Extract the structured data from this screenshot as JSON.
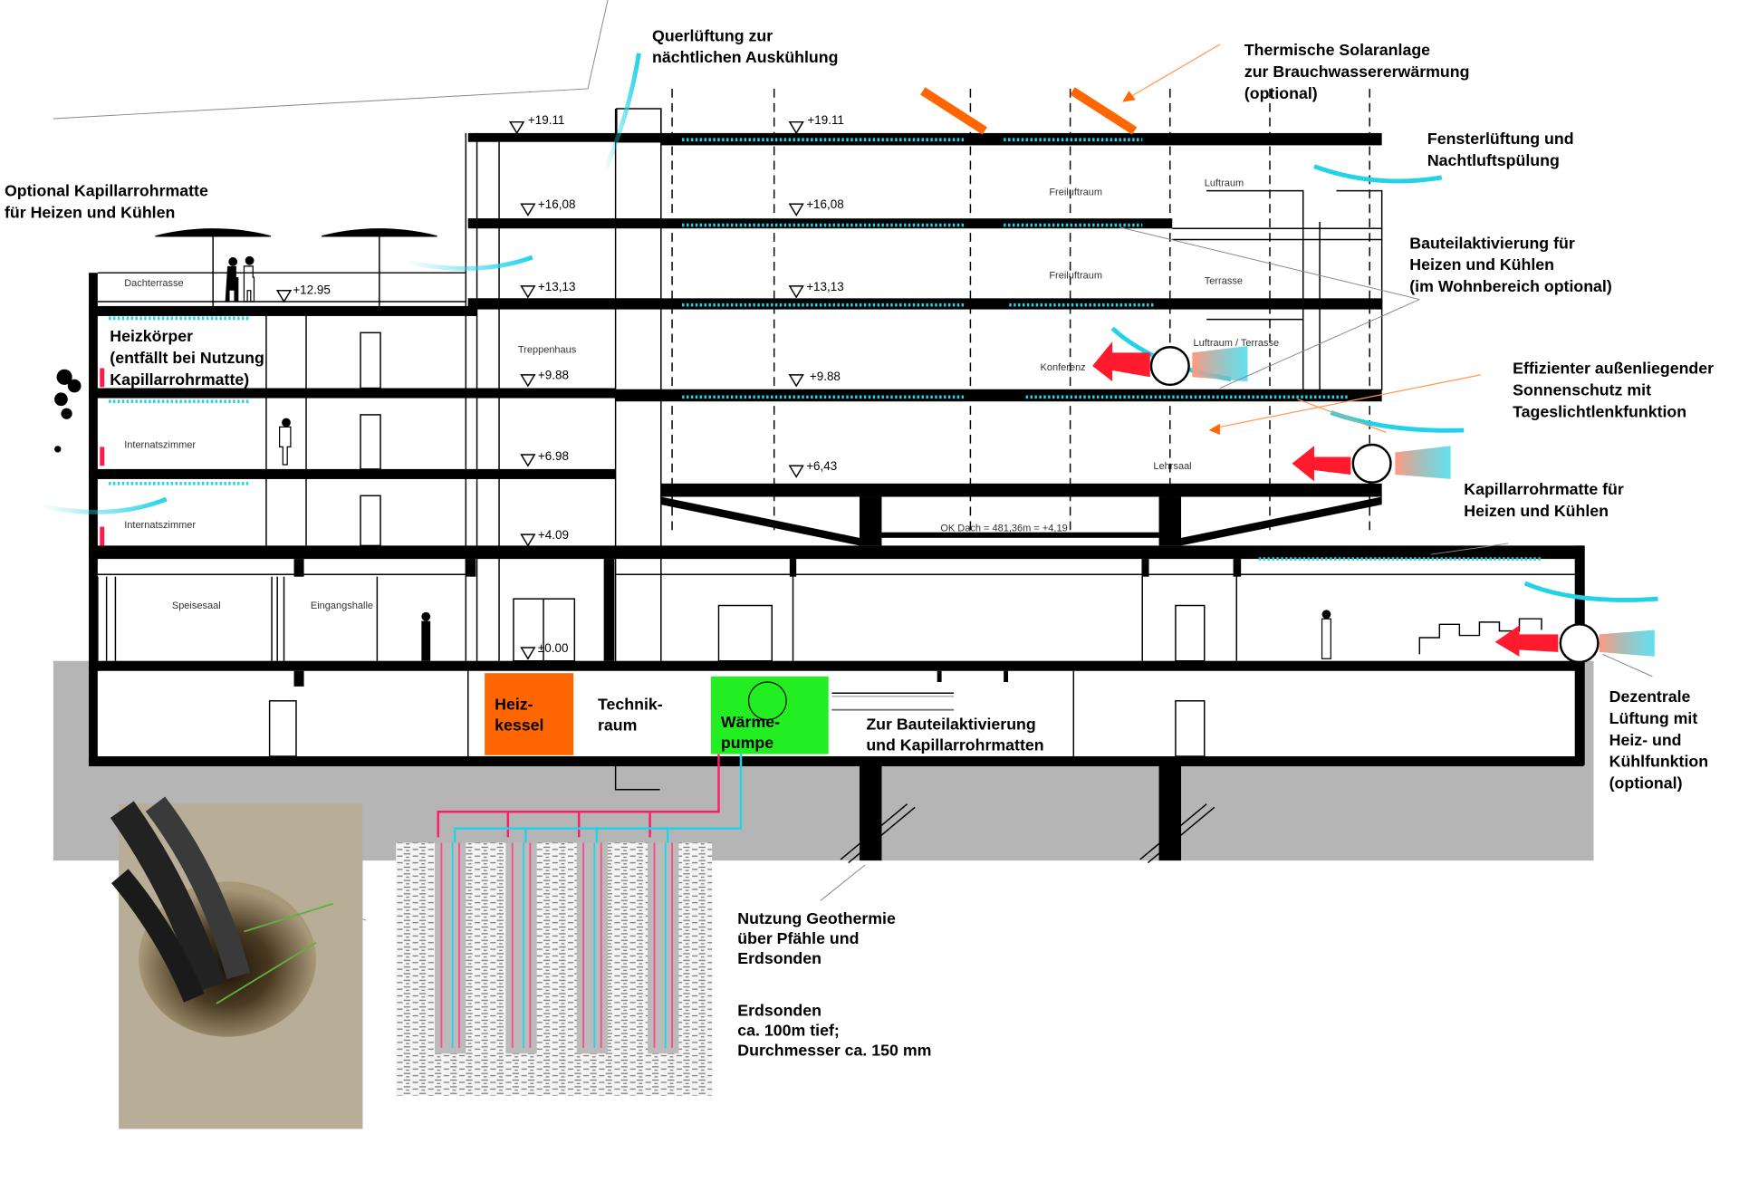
{
  "annotations": {
    "querlueftung": [
      "Querlüftung zur",
      "nächtlichen Auskühlung"
    ],
    "solar": [
      "Thermische Solaranlage",
      "zur Brauchwassererwärmung",
      "(optional)"
    ],
    "fensterlueftung": [
      "Fensterlüftung und",
      "Nachtluftspülung"
    ],
    "optional_kapillar": [
      "Optional Kapillarrohrmatte",
      "für Heizen und Kühlen"
    ],
    "bauteilaktivierung": [
      "Bauteilaktivierung für",
      "Heizen und Kühlen",
      "(im Wohnbereich optional)"
    ],
    "heizkoerper": [
      "Heizkörper",
      "(entfällt bei Nutzung",
      "Kapillarrohrmatte)"
    ],
    "sonnenschutz": [
      "Effizienter außenliegender",
      "Sonnenschutz mit",
      "Tageslichtlenkfunktion"
    ],
    "kapillar": [
      "Kapillarrohrmatte für",
      "Heizen und Kühlen"
    ],
    "heizkessel": [
      "Heiz-",
      "kessel"
    ],
    "technikraum": [
      "Technik-",
      "raum"
    ],
    "waermepumpe": [
      "Wärme-",
      "pumpe"
    ],
    "zur_bauteil": [
      "Zur Bauteilaktivierung",
      "und Kapillarrohrmatten"
    ],
    "dezentrale": [
      "Dezentrale",
      "Lüftung mit",
      "Heiz- und",
      "Kühlfunktion",
      "(optional)"
    ],
    "geothermie": [
      "Nutzung Geothermie",
      "über Pfähle und",
      "Erdsonden"
    ],
    "erdsonden": [
      "Erdsonden",
      "ca. 100m tief;",
      "Durchmesser ca. 150 mm"
    ]
  },
  "rooms": {
    "dachterrasse": "Dachterrasse",
    "internat1": "Internatszimmer",
    "internat2": "Internatszimmer",
    "speisesaal": "Speisesaal",
    "eingangshalle": "Eingangshalle",
    "treppenhaus": "Treppenhaus",
    "freiluft1": "Freiluftraum",
    "freiluft2": "Freiluftraum",
    "luftraum": "Luftraum",
    "terrasse": "Terrasse",
    "luftraum_terrasse": "Luftraum / Terrasse",
    "konferenz": "Konferenz",
    "lehrsaal": "Lehrsaal",
    "ok_dach": "OK Dach = 481,36m = +4,19"
  },
  "elevations": {
    "e1911a": "+19.11",
    "e1911b": "+19.11",
    "e1608a": "+16,08",
    "e1608b": "+16,08",
    "e1313a": "+13,13",
    "e1313b": "+13,13",
    "e1295": "+12.95",
    "e988a": "+9.88",
    "e988b": "+9.88",
    "e698": "+6.98",
    "e643": "+6,43",
    "e409": "+4.09",
    "e000": "±0.00"
  },
  "colors": {
    "cyan": "#22d3e8",
    "red": "#ff1a2e",
    "orange": "#ff6600",
    "green": "#22ee22",
    "ground": "#b5b5b5"
  }
}
